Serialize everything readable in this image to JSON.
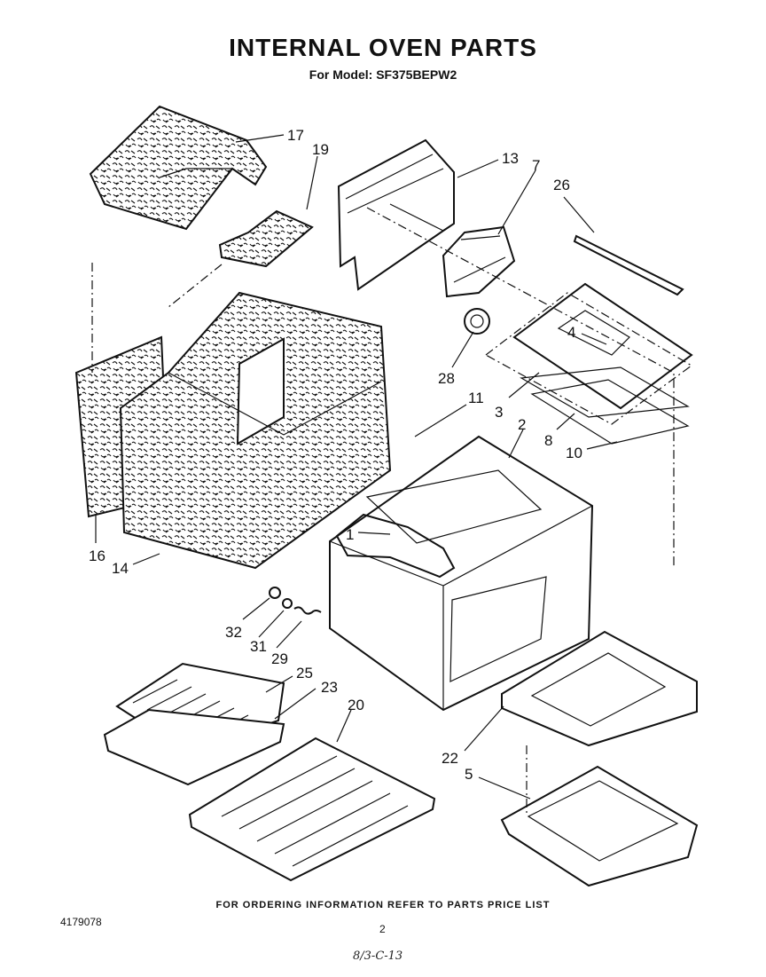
{
  "header": {
    "title": "INTERNAL OVEN PARTS",
    "subtitle": "For Model: SF375BEPW2"
  },
  "footer": {
    "ordering_note": "FOR ORDERING INFORMATION REFER TO PARTS PRICE LIST",
    "document_number": "4179078",
    "page_number": "2",
    "handwritten_note": "8/3-C-13"
  },
  "callouts": [
    {
      "id": "c17",
      "label": "17"
    },
    {
      "id": "c19",
      "label": "19"
    },
    {
      "id": "c13",
      "label": "13"
    },
    {
      "id": "c7",
      "label": "7"
    },
    {
      "id": "c26",
      "label": "26"
    },
    {
      "id": "c4",
      "label": "4"
    },
    {
      "id": "c28",
      "label": "28"
    },
    {
      "id": "c11",
      "label": "11"
    },
    {
      "id": "c3",
      "label": "3"
    },
    {
      "id": "c2",
      "label": "2"
    },
    {
      "id": "c8",
      "label": "8"
    },
    {
      "id": "c10",
      "label": "10"
    },
    {
      "id": "c1",
      "label": "1"
    },
    {
      "id": "c16",
      "label": "16"
    },
    {
      "id": "c14",
      "label": "14"
    },
    {
      "id": "c32",
      "label": "32"
    },
    {
      "id": "c31",
      "label": "31"
    },
    {
      "id": "c29",
      "label": "29"
    },
    {
      "id": "c25",
      "label": "25"
    },
    {
      "id": "c23",
      "label": "23"
    },
    {
      "id": "c20",
      "label": "20"
    },
    {
      "id": "c22",
      "label": "22"
    },
    {
      "id": "c5",
      "label": "5"
    }
  ]
}
